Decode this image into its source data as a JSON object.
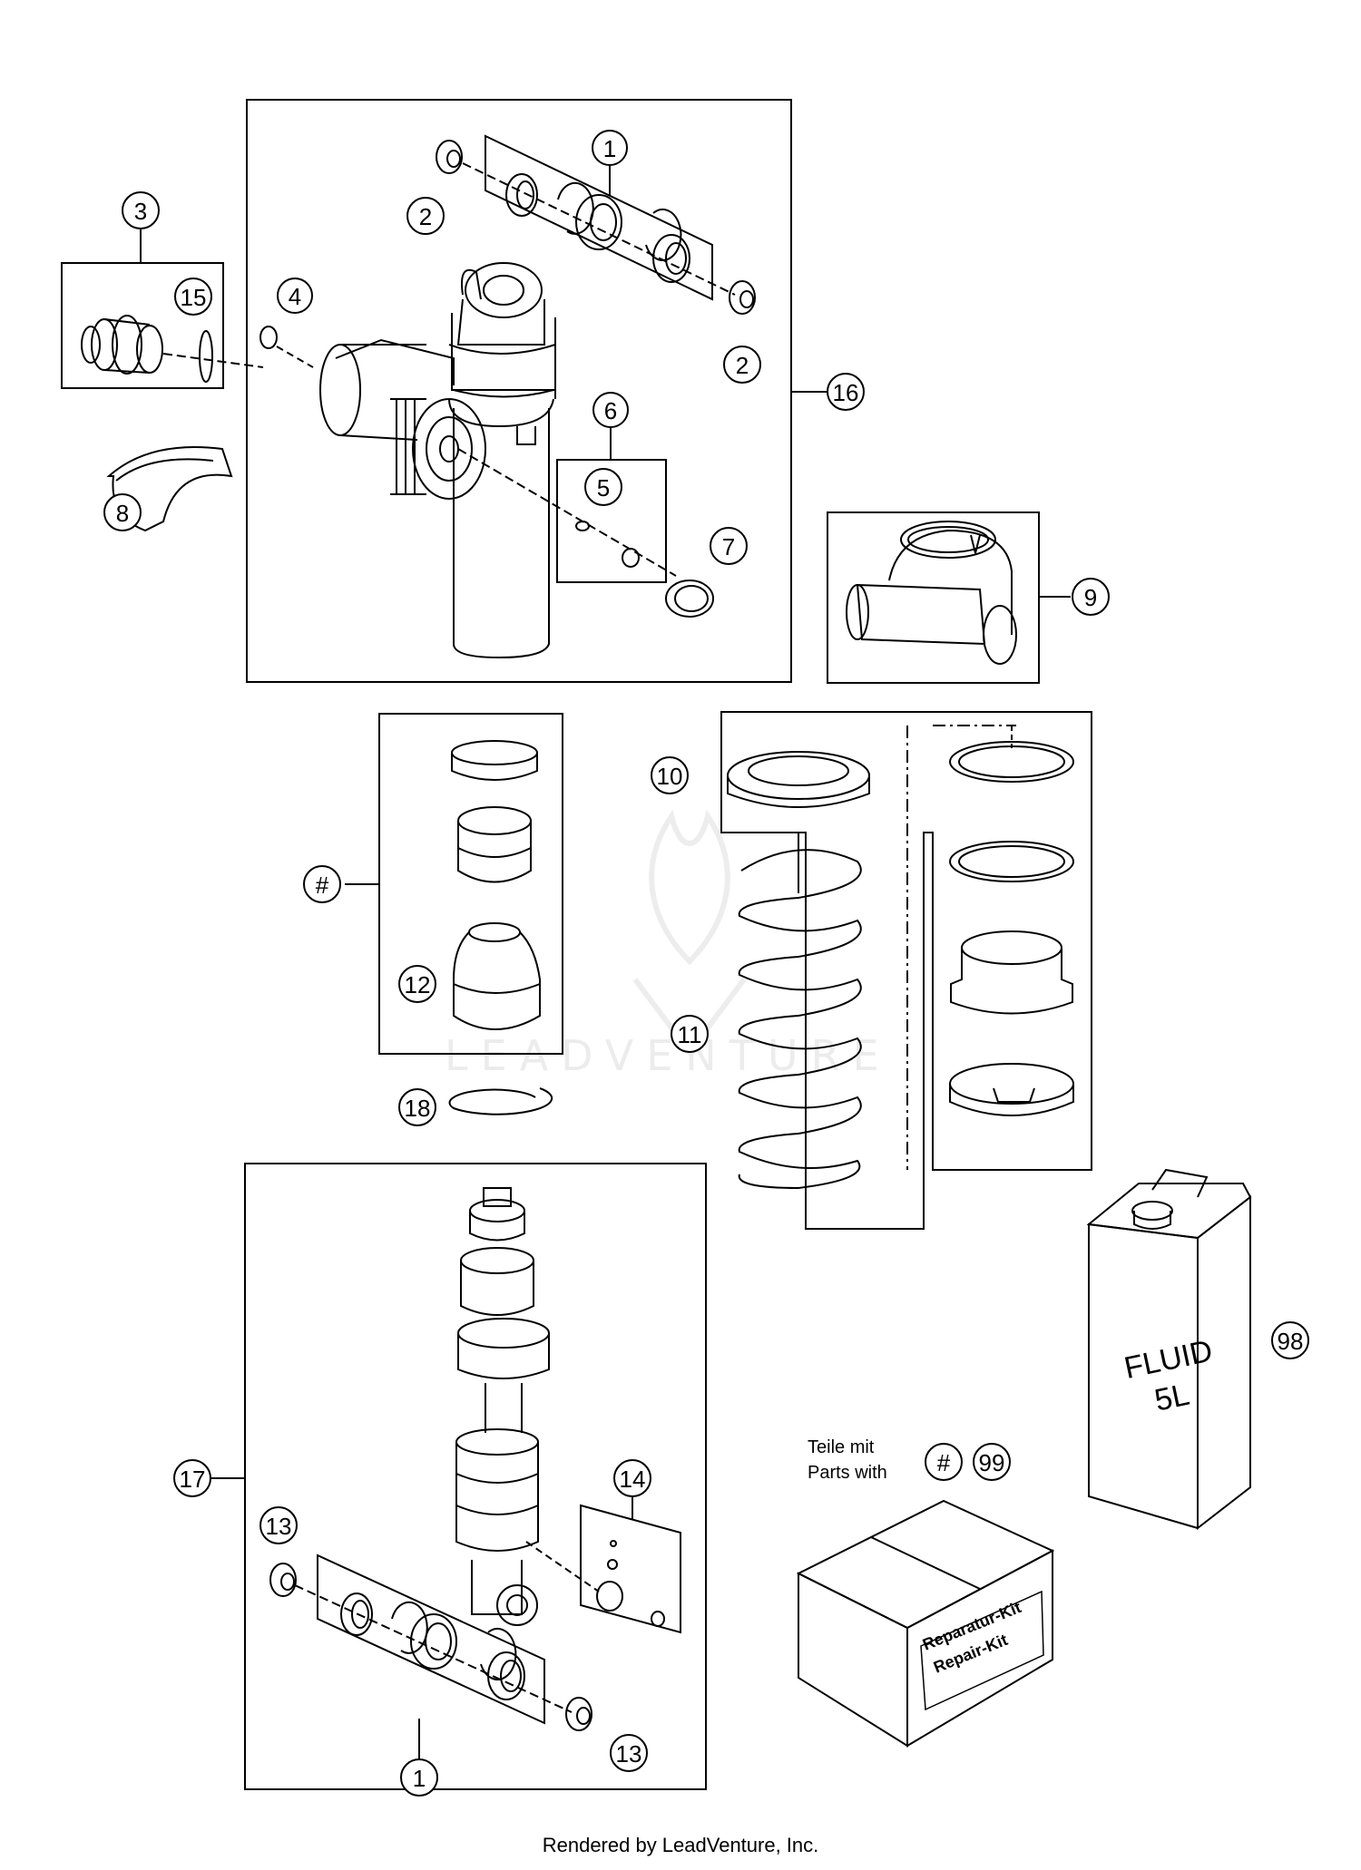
{
  "callouts": {
    "c1_top": "1",
    "c2_top": "2",
    "c2_right": "2",
    "c3": "3",
    "c4": "4",
    "c5": "5",
    "c6": "6",
    "c7": "7",
    "c8": "8",
    "c9": "9",
    "c10": "10",
    "c11": "11",
    "c12": "12",
    "c13_left": "13",
    "c13_bottom": "13",
    "c14": "14",
    "c15": "15",
    "c16": "16",
    "c17": "17",
    "c18": "18",
    "c_hash": "#",
    "c_hash_kit": "#",
    "c98": "98",
    "c99": "99",
    "c1_bottom": "1"
  },
  "labels": {
    "teile_mit": "Teile mit",
    "parts_with": "Parts with",
    "kit_line1": "Reparatur-Kit",
    "kit_line2": "Repair-Kit",
    "fluid_line1": "FLUID",
    "fluid_line2": "5L",
    "watermark": "LEADVENTURE"
  },
  "footer": "Rendered by LeadVenture, Inc.",
  "colors": {
    "line": "#000000",
    "shade": "#e6e6e6",
    "watermark": "#ececec"
  }
}
